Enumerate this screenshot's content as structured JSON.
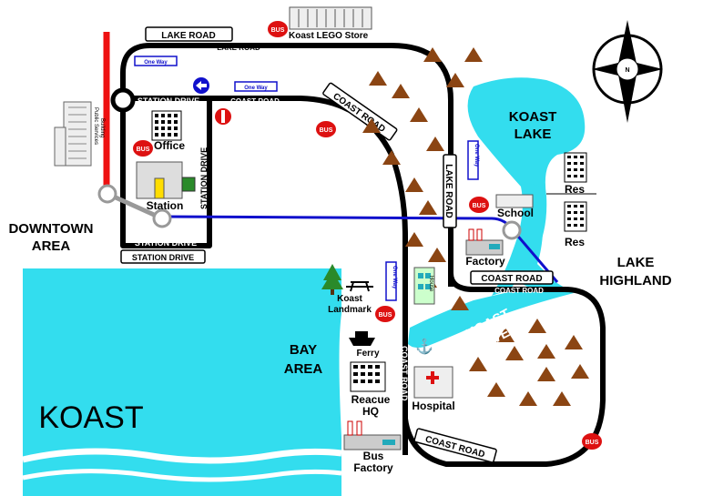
{
  "map": {
    "sea_label": "KOAST",
    "lake_label_line1": "KOAST",
    "lake_label_line2": "LAKE",
    "river_label_line1": "KOAST",
    "river_label_line2": "RIVER",
    "bay_label_line1": "BAY",
    "bay_label_line2": "AREA",
    "downtown_line1": "DOWNTOWN",
    "downtown_line2": "AREA",
    "highland_line1": "LAKE",
    "highland_line2": "HIGHLAND"
  },
  "roads": {
    "lake_road": "LAKE ROAD",
    "coast_road": "COAST ROAD",
    "station_drive": "STATION DRIVE",
    "one_way": "One Way"
  },
  "places": {
    "lego_store": "Koast LEGO Store",
    "public_services_line1": "Public Services",
    "public_services_line2": "Building",
    "office": "Office",
    "station": "Station",
    "school": "School",
    "res": "Res",
    "factory": "Factory",
    "landmark_line1": "Koast",
    "landmark_line2": "Landmark",
    "ferry": "Ferry",
    "rescue_line1": "Reacue",
    "rescue_line2": "HQ",
    "hospital": "Hospital",
    "bus_factory_line1": "Bus",
    "bus_factory_line2": "Factory",
    "house": "House",
    "bus_stop": "BUS"
  },
  "compass": {
    "north": "N"
  },
  "colors": {
    "water": "#33ddee",
    "road": "#000000",
    "train_line": "#1010cc",
    "red_line": "#ee1111",
    "bus_stop": "#dd1111",
    "mountain": "#8b4513"
  }
}
